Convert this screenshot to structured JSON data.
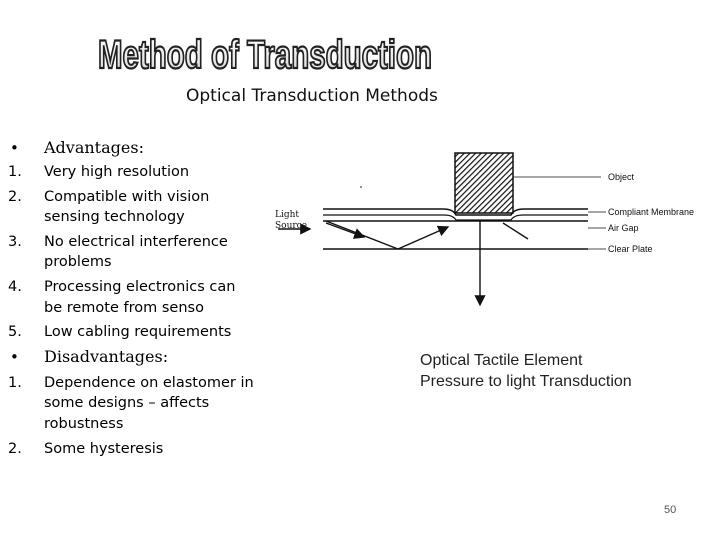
{
  "slide": {
    "title": "Method of Transduction",
    "subtitle": "Optical Transduction Methods",
    "advantages": {
      "heading": "Advantages:",
      "items": [
        "Very high resolution",
        "Compatible with vision sensing technology",
        "No electrical interference problems",
        "Processing electronics can be remote from senso",
        "Low cabling requirements"
      ]
    },
    "disadvantages": {
      "heading": "Disadvantages:",
      "items": [
        "Dependence on elastomer in some designs – affects robustness",
        "Some hysteresis"
      ]
    },
    "markers": {
      "bullet": "•",
      "numbers": [
        "1.",
        "2.",
        "3.",
        "4.",
        "5."
      ]
    },
    "diagram": {
      "light_source": [
        "Light",
        "Source"
      ],
      "labels": {
        "object": "Object",
        "membrane": "Compliant Membrane",
        "air_gap": "Air Gap",
        "clear_plate": "Clear Plate"
      }
    },
    "caption": {
      "line1": "Optical Tactile Element",
      "line2": "Pressure to light Transduction"
    },
    "page_number": "50",
    "colors": {
      "accent_heading": "#8b0000",
      "title_fill": "#ffffff",
      "title_outline": "#222222"
    }
  }
}
